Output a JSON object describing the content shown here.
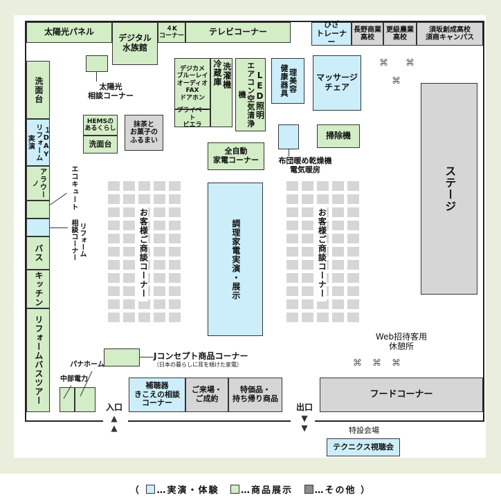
{
  "top_row": {
    "solar_panel": "太陽光パネル",
    "digital_aquarium": "デジタル\n水族館",
    "k4_corner": "４K\nコーナー",
    "tv_corner": "テレビコーナー",
    "knee_trainer": "ひざ\nトレーナー",
    "nagano_shogyo": "長野商業\n高校",
    "koshoku_nogyo": "更級農業\n高校",
    "suzaka_sosei": "須坂創成高校\n須商キャンパス"
  },
  "left_column": {
    "washbasin": "洗面台",
    "one_day_reform": "１DAY\nリフォーム実演",
    "alauno": "アラウーノ",
    "bath": "バス",
    "kitchen": "キッチン",
    "reform_bath": "リフォームバスツアー"
  },
  "center_top": {
    "solar_consult": "太陽光\n相談コーナー",
    "digital_cameras": "デジカメ\nブルーレイ\nオーディオ\nFAX\nドアホン",
    "private_viera": "プライベート\nビエラ",
    "fridge_washer_1": "冷蔵庫",
    "fridge_washer_2": "洗濯機",
    "aircon": "エアコン空気清浄機",
    "led": "LED照明",
    "health": "健康器具",
    "beauty": "理美容",
    "massage": "マッサージ\nチェア",
    "hems": "HEMSの\nあるくらし",
    "washbasin2": "洗面台",
    "tea": "抹茶と\nお菓子の\nふるまい",
    "auto_appliance": "全自動\n家電コーナー",
    "futon_dryer": "布団暖め乾燥機\n電気暖房",
    "vacuum": "掃除機"
  },
  "middle": {
    "ecocute": "エコキュート",
    "reform_consult": "リフォーム\n相談コーナー",
    "consult_left": "お客様ご商談コーナー",
    "cooking_demo": "調理家電実演・展示",
    "consult_right": "お客様ご商談コーナー",
    "stage": "ステージ"
  },
  "bottom": {
    "web_lounge": "Web招待客用\n休憩所",
    "j_concept": "Jコンセプト商品コーナー",
    "j_concept_sub": "（日本の暮らしに耳を傾けた家電）",
    "panahome": "パナホーム",
    "chubu_denryoku": "中部電力",
    "hearing_aid": "補聴器\nきこえの相談\nコーナー",
    "visit_contract": "ご来場・\nご成約",
    "special_goods": "特価品・\n持ち帰り商品",
    "food_corner": "フードコーナー",
    "entrance": "入口",
    "exit": "出口",
    "special_venue": "特設会場",
    "technics": "テクニクス視聴会"
  },
  "legend": {
    "open_paren": "（",
    "demo": "…実演・体験",
    "product": "…商品展示",
    "other": "…その他",
    "close_paren": "）"
  },
  "colors": {
    "demo_experience": "#cceefa",
    "product_display": "#d3edc6",
    "other": "#d6d6d6",
    "frame": "#e9efdc"
  }
}
